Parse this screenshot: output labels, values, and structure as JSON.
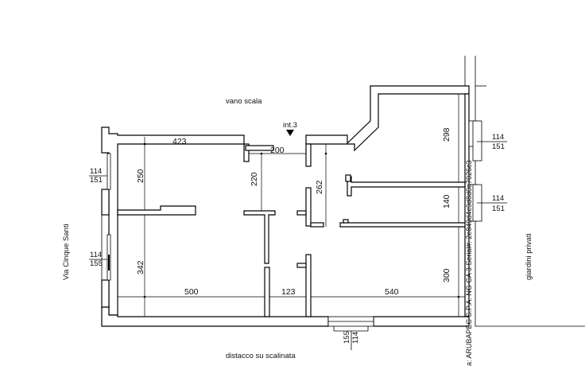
{
  "labels": {
    "vano_scala": "vano scala",
    "int": "int.3",
    "via": "Via Cinque Santi",
    "giardini": "giardini privati",
    "distacco": "distacco su scalinata",
    "watermark": "a: ARUBAPEC S.P.A. NG CA 3 Serial#: 2e849d4c9d8d0a7026c3"
  },
  "dimensions": {
    "d423": "423",
    "d200": "200",
    "d250": "250",
    "d220": "220",
    "d262": "262",
    "d298": "298",
    "d140": "140",
    "d342": "342",
    "d300": "300",
    "d500": "500",
    "d123": "123",
    "d540": "540"
  },
  "windows": {
    "w_left_top": {
      "w": "114",
      "h": "151"
    },
    "w_left_bottom": {
      "w": "114",
      "h": "155"
    },
    "w_right_top": {
      "w": "114",
      "h": "151"
    },
    "w_right_mid": {
      "w": "114",
      "h": "151"
    },
    "w_bottom": {
      "w": "114",
      "h": "155"
    }
  }
}
